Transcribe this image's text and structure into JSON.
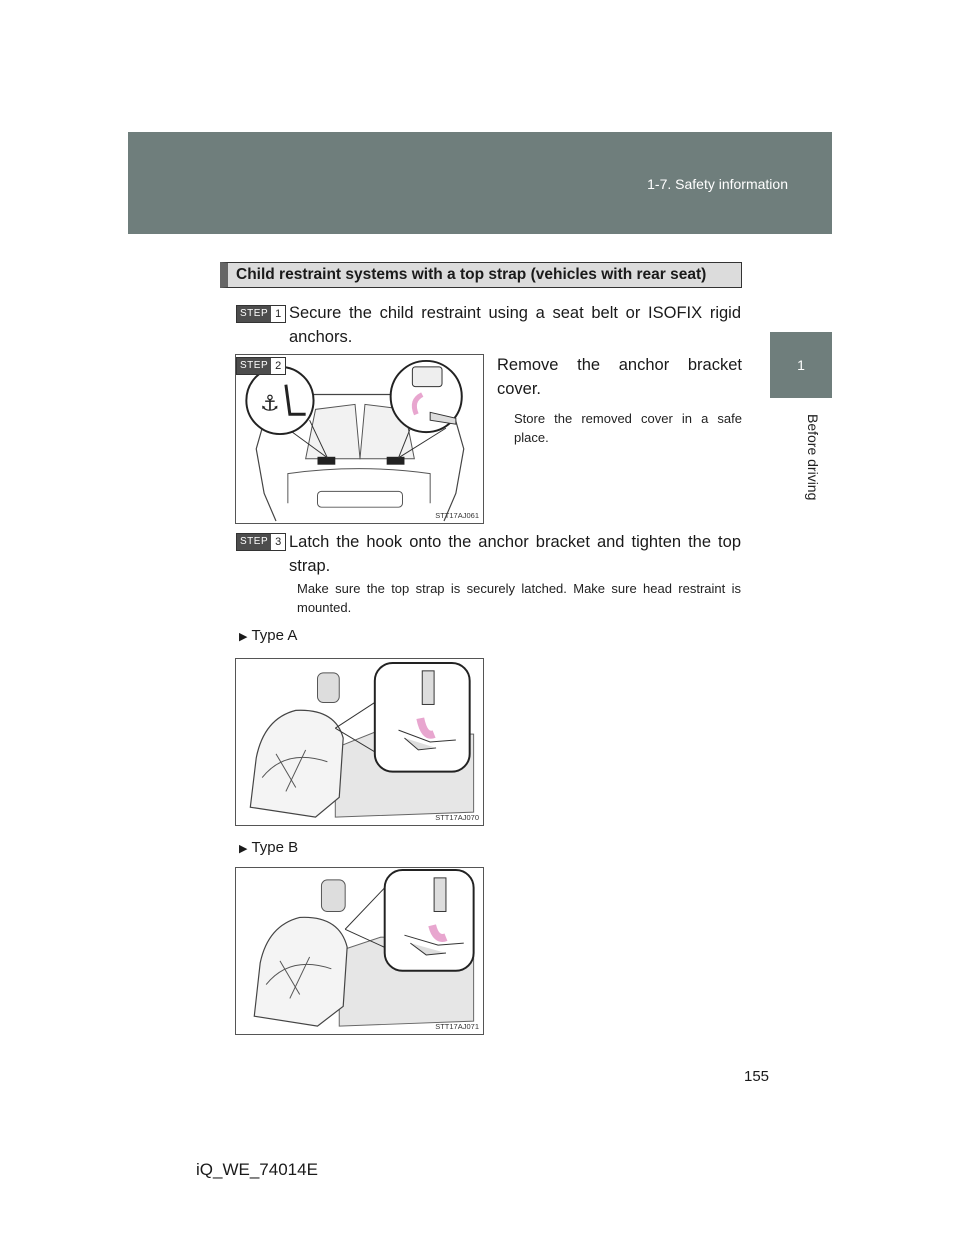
{
  "header": {
    "section": "1-7. Safety information"
  },
  "side_tab": {
    "chapter_number": "1",
    "chapter_label": "Before driving"
  },
  "section_title": "Child restraint systems with a top strap (vehicles with rear seat)",
  "steps": [
    {
      "label": "STEP",
      "number": "1",
      "text": "Secure the child restraint using a seat belt or ISOFIX rigid anchors."
    },
    {
      "label": "STEP",
      "number": "2",
      "text": "Remove the anchor bracket cover.",
      "note": "Store the removed cover in a safe place."
    },
    {
      "label": "STEP",
      "number": "3",
      "text": "Latch the hook onto the anchor bracket and tighten the top strap.",
      "note": "Make sure the top strap is securely latched. Make sure head restraint is mounted."
    }
  ],
  "figures": {
    "fig1_code": "STT17AJ061",
    "fig2_code": "STT17AJ070",
    "fig3_code": "STT17AJ071"
  },
  "types": {
    "type_a": "Type A",
    "type_b": "Type B",
    "arrow": "▶"
  },
  "footer": {
    "page_number": "155",
    "doc_code": "iQ_WE_74014E"
  },
  "colors": {
    "header_band": "#6f7e7c",
    "arrow_pink": "#e8a6cf"
  }
}
